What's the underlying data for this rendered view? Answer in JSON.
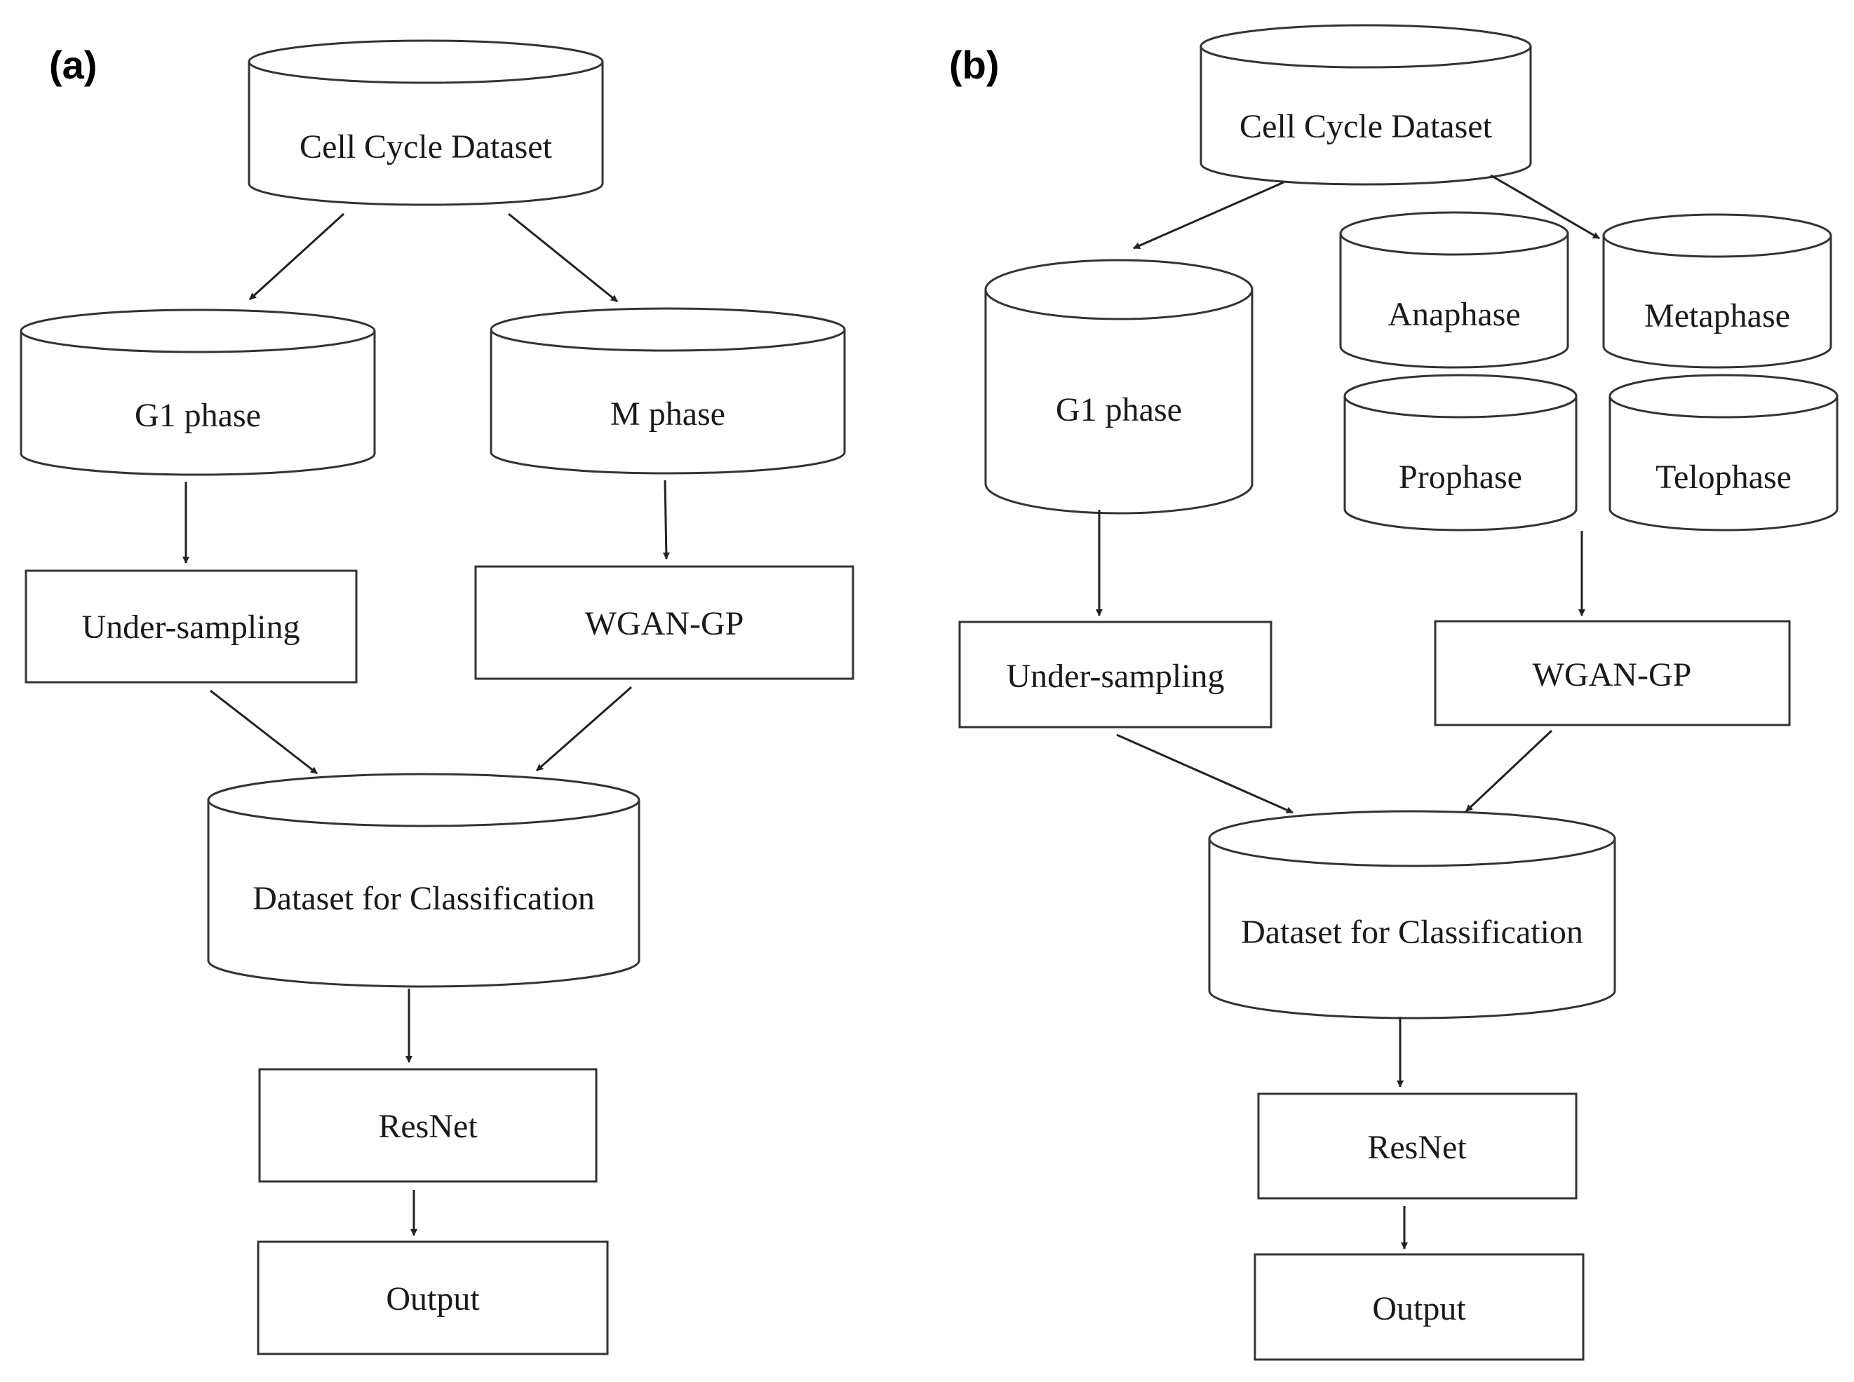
{
  "panel_a": {
    "label": "(a)",
    "dataset": "Cell Cycle Dataset",
    "g1": "G1 phase",
    "m": "M phase",
    "undersampling": "Under-sampling",
    "wgan": "WGAN-GP",
    "classification": "Dataset for Classification",
    "resnet": "ResNet",
    "output": "Output"
  },
  "panel_b": {
    "label": "(b)",
    "dataset": "Cell Cycle Dataset",
    "g1": "G1 phase",
    "anaphase": "Anaphase",
    "metaphase": "Metaphase",
    "prophase": "Prophase",
    "telophase": "Telophase",
    "undersampling": "Under-sampling",
    "wgan": "WGAN-GP",
    "classification": "Dataset for Classification",
    "resnet": "ResNet",
    "output": "Output"
  }
}
